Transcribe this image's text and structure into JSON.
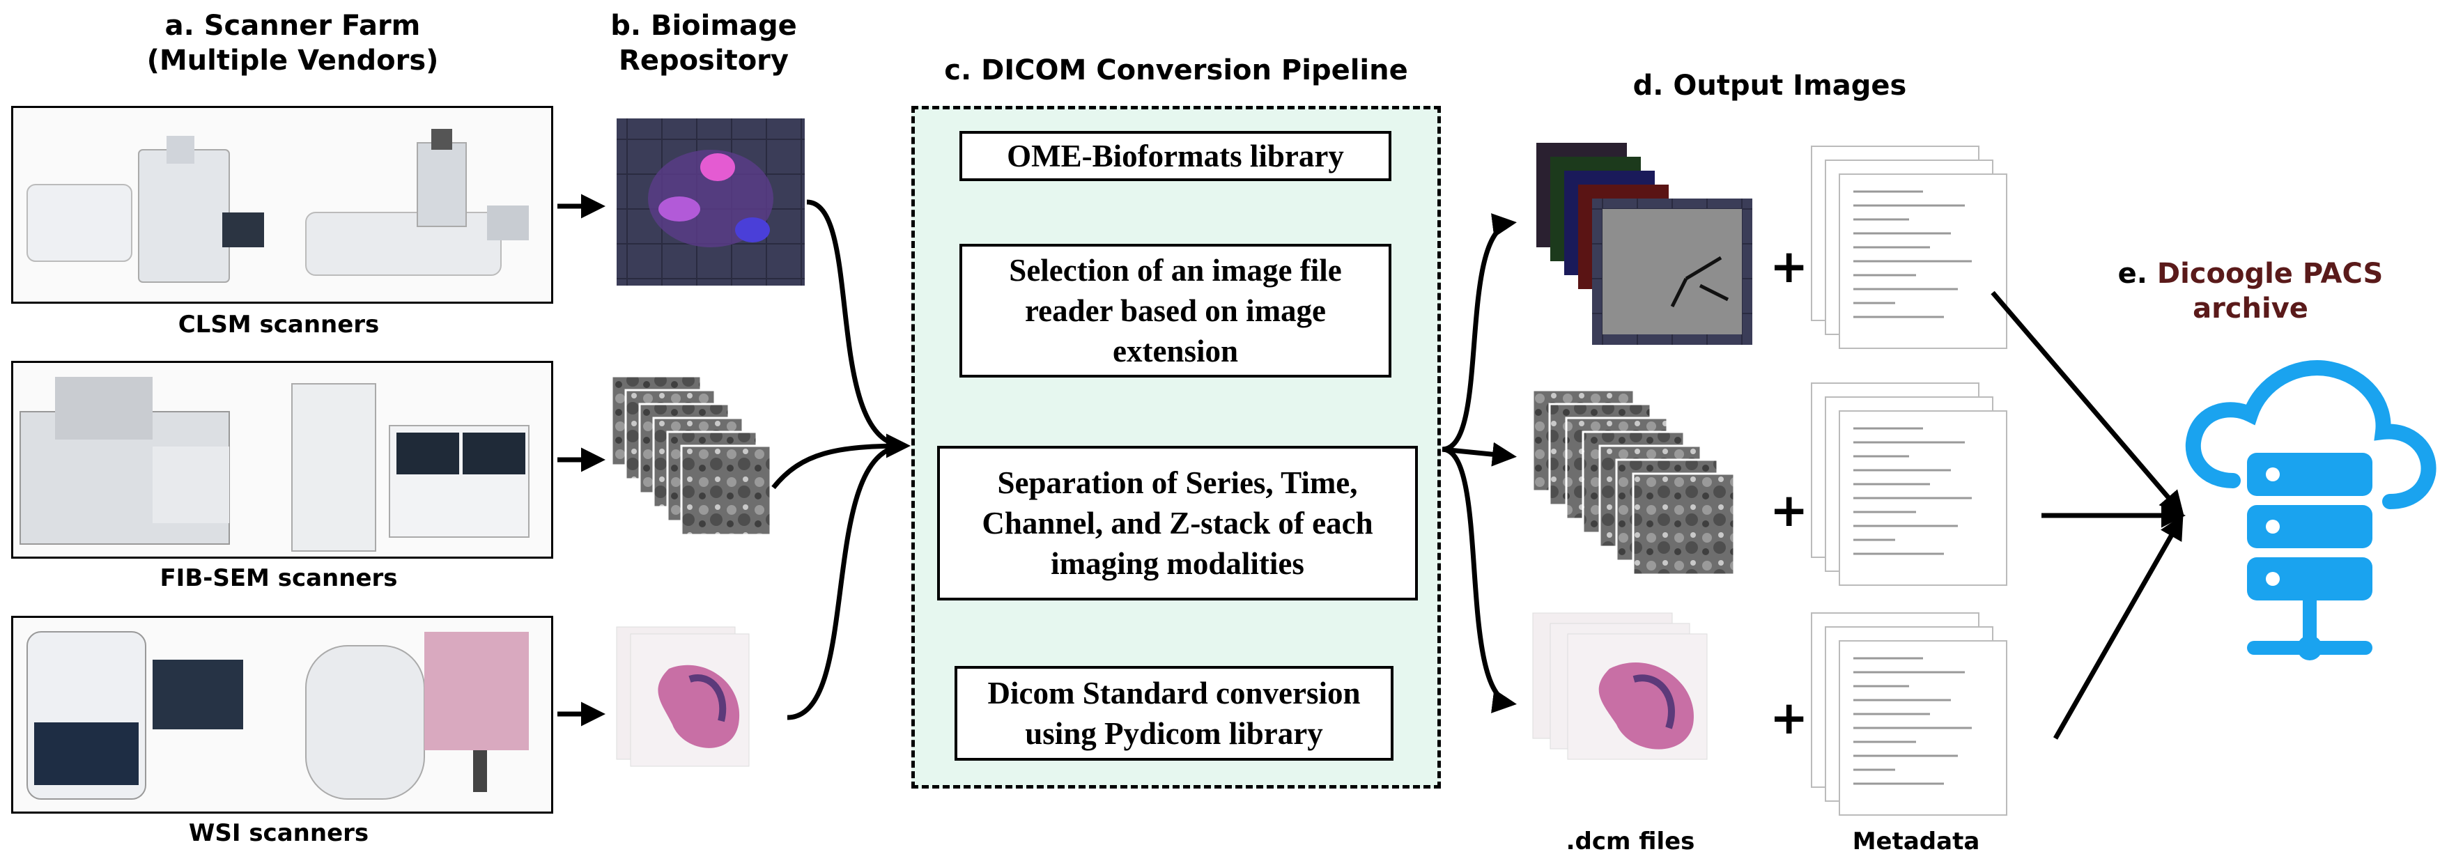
{
  "sections": {
    "a_title_line1": "a. Scanner Farm",
    "a_title_line2": "(Multiple Vendors)",
    "b_title_line1": "b. Bioimage",
    "b_title_line2": "Repository",
    "c_title": "c. DICOM Conversion Pipeline",
    "d_title": "d. Output Images",
    "e_title_prefix": "e.",
    "e_title_name": "Dicoogle PACS",
    "e_title_line2": "archive"
  },
  "scanners": [
    {
      "caption": "CLSM scanners"
    },
    {
      "caption": "FIB-SEM scanners"
    },
    {
      "caption": "WSI scanners"
    }
  ],
  "pipeline_steps": [
    {
      "text": "OME-Bioformats library"
    },
    {
      "text": "Selection of an image file reader based on image extension"
    },
    {
      "text": "Separation of Series, Time, Channel, and Z-stack of each imaging modalities"
    },
    {
      "text": "Dicom Standard conversion using Pydicom library"
    }
  ],
  "outputs": {
    "plus": "+",
    "dcm_label": ".dcm files",
    "metadata_label": "Metadata"
  },
  "colors": {
    "pipeline_bg": "#e6f7ef",
    "dicoogle_name": "#5a1a1a",
    "cloud_icon": "#1aa3ef"
  }
}
